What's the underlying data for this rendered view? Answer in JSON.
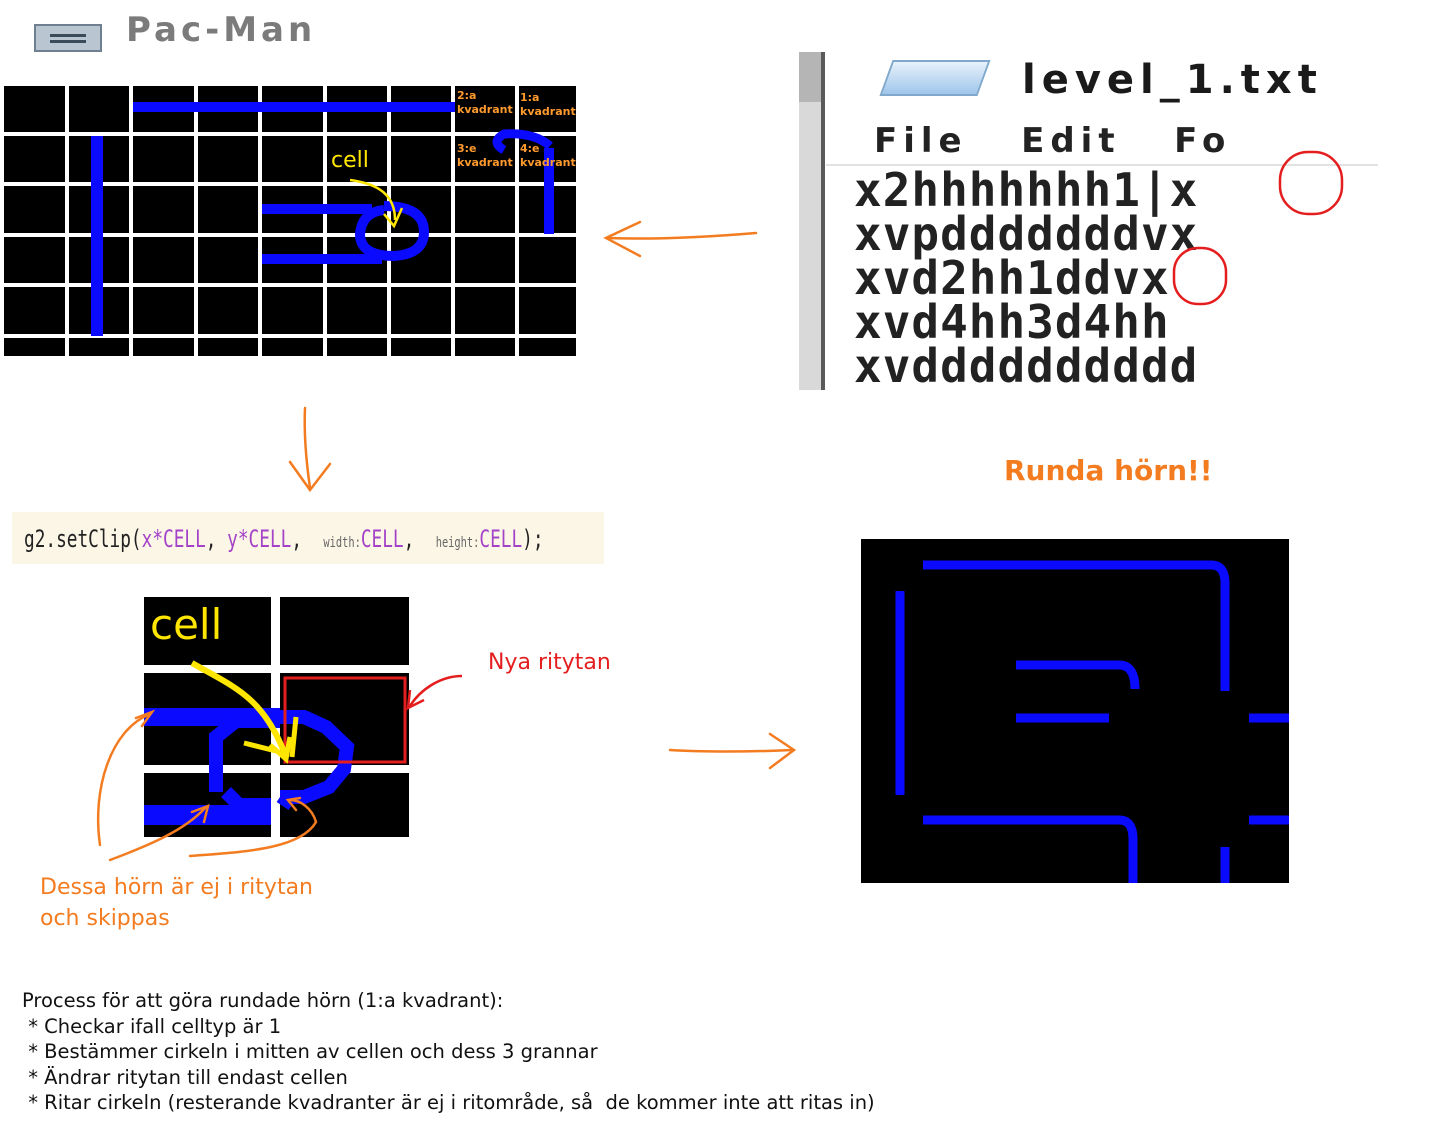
{
  "window": {
    "title": "Pac-Man",
    "icon": "window-icon"
  },
  "grid_annotations": {
    "cell_label": "cell",
    "quadrants": [
      {
        "line1": "2:a",
        "line2": "kvadrant"
      },
      {
        "line1": "1:a",
        "line2": "kvadrant"
      },
      {
        "line1": "3:e",
        "line2": "kvadrant"
      },
      {
        "line1": "4:e",
        "line2": "kvadrant"
      }
    ]
  },
  "notepad": {
    "title": "level_1.txt",
    "icon": "notepad-icon",
    "menu": [
      "File",
      "Edit",
      "Fo"
    ],
    "lines": [
      "x2hhhhhhh1|x",
      "xvpdddddddvx",
      "xvd2hh1ddvx",
      "xvd4hh3d4hh",
      "xvdddddddddd"
    ]
  },
  "code": {
    "prefix": "g2.setClip(",
    "arg1": "x*CELL",
    "sep1": ", ",
    "arg2": "y*CELL",
    "sep2": ",  ",
    "hint_width": "width:",
    "arg3": "CELL",
    "sep3": ",  ",
    "hint_height": "height:",
    "arg4": "CELL",
    "suffix": ");"
  },
  "zoom": {
    "cell_label": "cell",
    "new_area_label": "Nya ritytan",
    "skipped_label_line1": "Dessa hörn är ej i ritytan",
    "skipped_label_line2": "och skippas"
  },
  "result": {
    "heading": "Runda hörn!!"
  },
  "process": {
    "title": "Process för att göra rundade hörn (1:a kvadrant):",
    "steps": [
      " * Checkar ifall celltyp är 1",
      " * Bestämmer cirkeln i mitten av cellen och dess 3 grannar",
      " * Ändrar ritytan till endast cellen",
      " * Ritar cirkeln (resterande kvadranter är ej i ritområde, så  de kommer inte att ritas in)"
    ]
  },
  "colors": {
    "wall": "#0a0aff",
    "arrow": "#f47c20",
    "highlight": "#e41e1e",
    "annotation": "#ffe600",
    "quadrant_text": "#ff9a2e"
  }
}
